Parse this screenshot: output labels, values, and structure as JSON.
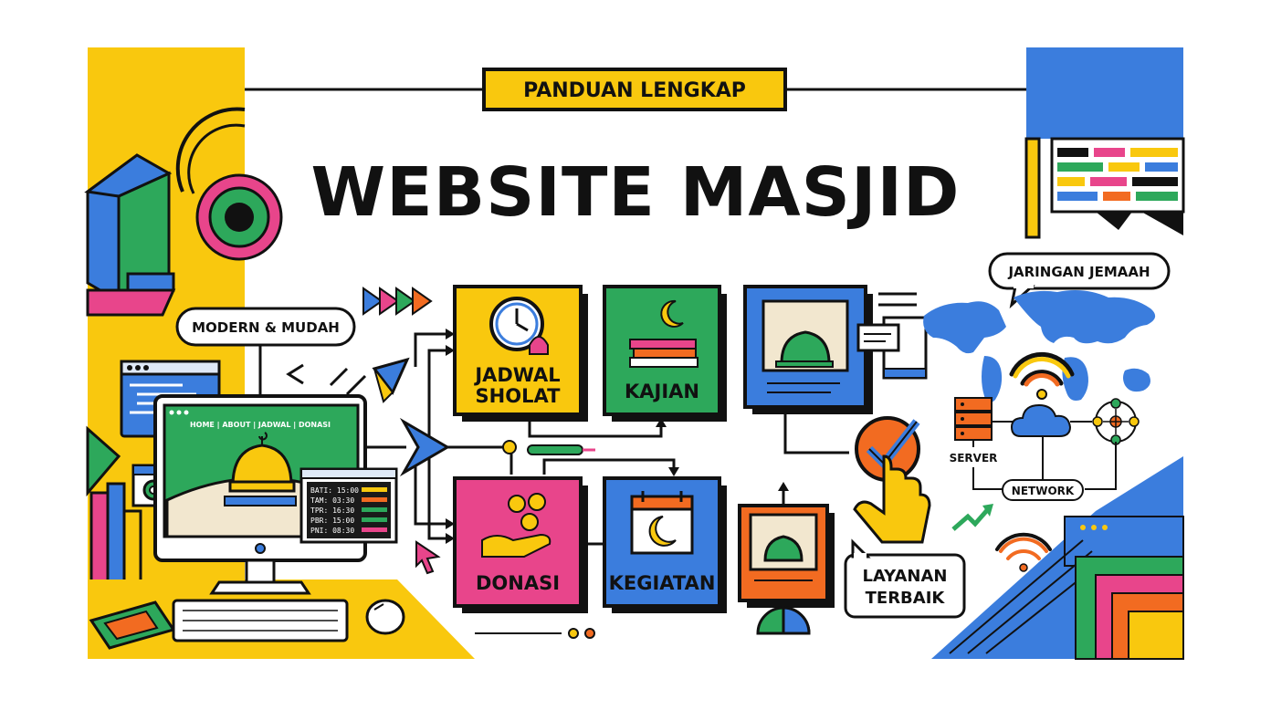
{
  "banner": {
    "label": "PANDUAN LENGKAP"
  },
  "title": {
    "text": "WEBSITE MASJID"
  },
  "callouts": {
    "modern": "MODERN & MUDAH",
    "jaringan": "JARINGAN JEMAAH",
    "layanan_line1": "LAYANAN",
    "layanan_line2": "TERBAIK"
  },
  "cards": {
    "jadwal_line1": "JADWAL",
    "jadwal_line2": "SHOLAT",
    "kajian": "KAJIAN",
    "donasi": "DONASI",
    "kegiatan": "KEGIATAN"
  },
  "monitor": {
    "nav": "HOME | ABOUT | JADWAL | DONASI",
    "schedule": [
      "BATI: 15:00",
      "TAM: 03:30",
      "TPR: 16:30",
      "PBR: 15:00",
      "PNI: 08:30"
    ]
  },
  "network": {
    "server": "SERVER",
    "network": "NETWORK"
  },
  "colors": {
    "yellow": "#F9C80E",
    "blue": "#3B7DDD",
    "green": "#2DA85B",
    "pink": "#E8458B",
    "orange": "#F26B21",
    "black": "#111111"
  }
}
